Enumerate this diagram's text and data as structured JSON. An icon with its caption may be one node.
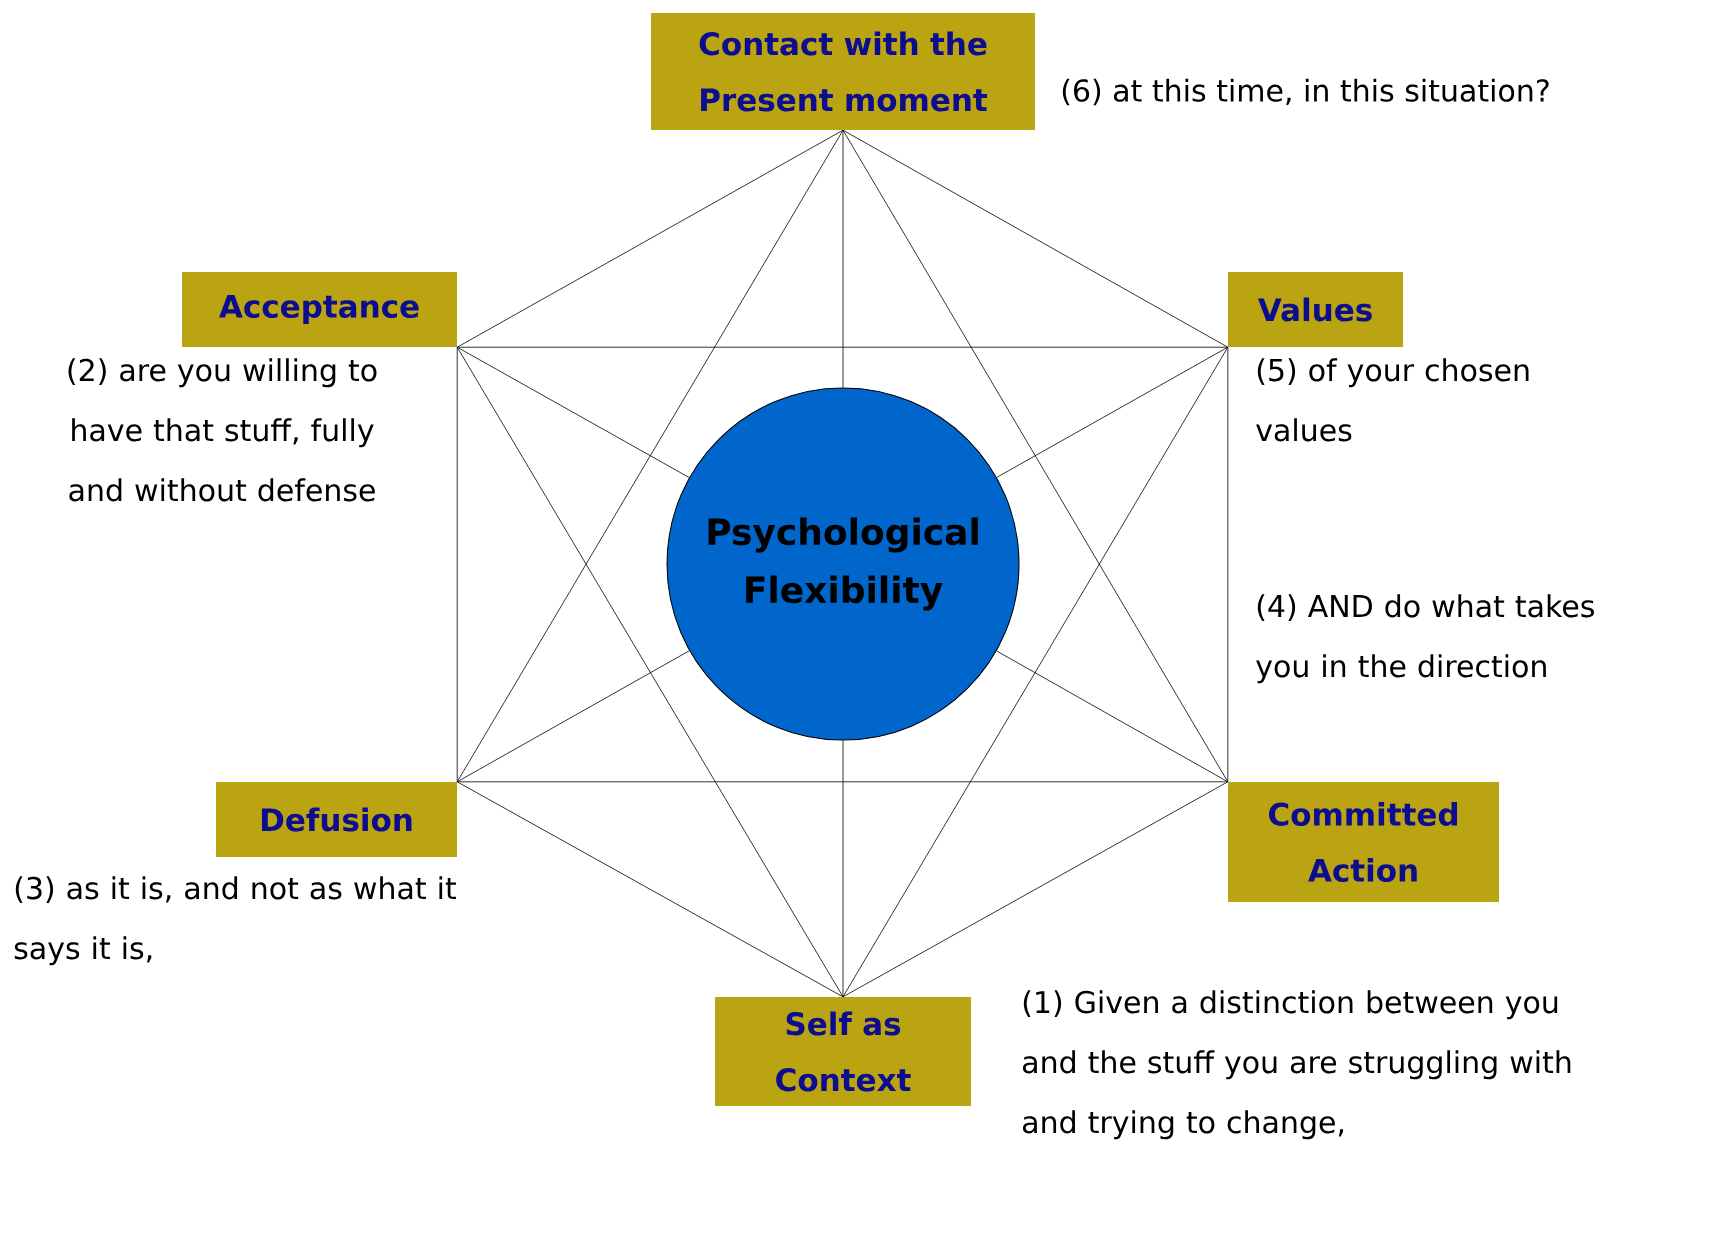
{
  "diagram": {
    "nodes": [
      {
        "text": [
          "Contact with the Present moment"
        ],
        "beside": [
          "(6) at this time, in this situation?"
        ]
      },
      {
        "text": [
          "Acceptance"
        ],
        "beside": [
          "(2) are you willing to have that stuff, fully and without defense"
        ]
      },
      {
        "text": [
          "Values"
        ],
        "beside": [
          "(5) of your chosen values"
        ]
      },
      {
        "text": [
          "Psychological Flexibility"
        ]
      },
      {
        "text": [
          "Defusion"
        ],
        "beside": [
          "(3) as it is, and not as what it says it is,"
        ]
      },
      {
        "text": [
          "Committed Action"
        ],
        "beside": [
          "(4) AND do what takes you in the direction"
        ]
      },
      {
        "text": [
          "Self as Context"
        ],
        "beside": [
          "(1) Given a distinction between you and the stuff you are struggling with and trying to change,"
        ]
      }
    ],
    "edges": [
      {
        "from": 0,
        "to": 1,
        "arrow": "none"
      },
      {
        "from": 0,
        "to": 2,
        "arrow": "none"
      },
      {
        "from": 1,
        "to": 4,
        "arrow": "none"
      },
      {
        "from": 2,
        "to": 5,
        "arrow": "none"
      },
      {
        "from": 4,
        "to": 6,
        "arrow": "none"
      },
      {
        "from": 5,
        "to": 6,
        "arrow": "none"
      },
      {
        "from": 0,
        "to": 4,
        "arrow": "none"
      },
      {
        "from": 0,
        "to": 5,
        "arrow": "none"
      },
      {
        "from": 4,
        "to": 5,
        "arrow": "none"
      },
      {
        "from": 6,
        "to": 1,
        "arrow": "none"
      },
      {
        "from": 6,
        "to": 2,
        "arrow": "none"
      },
      {
        "from": 1,
        "to": 2,
        "arrow": "none"
      },
      {
        "from": 0,
        "to": 3,
        "arrow": "none"
      },
      {
        "from": 6,
        "to": 3,
        "arrow": "none"
      },
      {
        "from": 1,
        "to": 3,
        "arrow": "none"
      },
      {
        "from": 2,
        "to": 3,
        "arrow": "none"
      },
      {
        "from": 4,
        "to": 3,
        "arrow": "none"
      },
      {
        "from": 5,
        "to": 3,
        "arrow": "none"
      }
    ]
  }
}
